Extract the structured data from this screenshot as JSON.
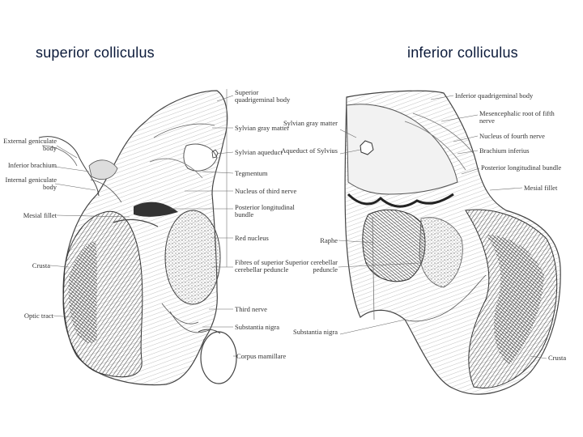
{
  "headings": {
    "left": "superior colliculus",
    "right": "inferior colliculus"
  },
  "left_labels": {
    "superior_quadrigeminal_body": "Superior quadrigeminal body",
    "sylvian_gray_matter": "Sylvian gray matter",
    "sylvian_aqueduct": "Sylvian aqueduct",
    "tegmentum": "Tegmentum",
    "nucleus_third_nerve": "Nucleus of third nerve",
    "posterior_longitudinal_bundle": "Posterior longitudinal bundle",
    "red_nucleus": "Red nucleus",
    "fibres_sup_cerebellar_peduncle": "Fibres of superior cerebellar peduncle",
    "third_nerve": "Third nerve",
    "substantia_nigra": "Substantia nigra",
    "corpus_mamillare": "Corpus mamillare",
    "external_geniculate_body": "External geniculate body",
    "inferior_brachium": "Inferior brachium",
    "internal_geniculate_body": "Internal geniculate body",
    "mesial_fillet": "Mesial fillet",
    "crusta": "Crusta",
    "optic_tract": "Optic tract"
  },
  "right_labels": {
    "inferior_quadrigeminal_body": "Inferior quadrigeminal body",
    "mesencephalic_root": "Mesencephalic root of fifth nerve",
    "nucleus_fourth_nerve": "Nucleus of fourth nerve",
    "brachium_inferius": "Brachium inferius",
    "posterior_longitudinal_bundle": "Posterior longitudinal bundle",
    "mesial_fillet": "Mesial fillet",
    "crusta": "Crusta",
    "sylvian_gray_matter": "Sylvian gray matter",
    "aqueduct_of_sylvius": "Aqueduct of Sylvius",
    "raphe": "Raphe",
    "superior_cerebellar_peduncle": "Superior cerebellar peduncle",
    "substantia_nigra": "Substantia nigra"
  }
}
